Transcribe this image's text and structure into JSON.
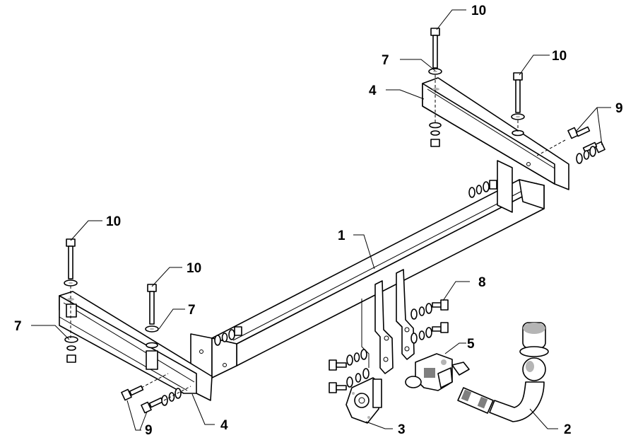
{
  "labels": {
    "main_beam": "1",
    "tow_ball": "2",
    "socket_plate": "3",
    "side_bracket": "4",
    "electric_socket": "5",
    "washer": "7",
    "bolt_set_8": "8",
    "bolt_set_9": "9",
    "long_bolt": "10"
  },
  "colors": {
    "line": "#000000",
    "shade": "#b5b5b5",
    "dark_shade": "#7f7f7f"
  }
}
